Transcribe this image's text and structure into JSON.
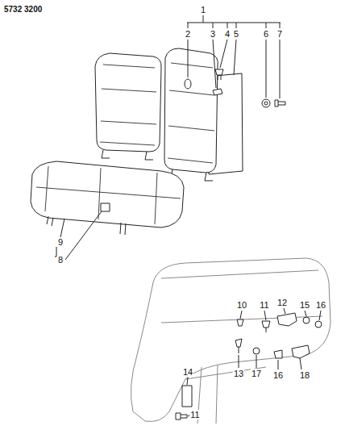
{
  "diagram": {
    "labels": [
      "5732 3200",
      "1",
      "2",
      "3",
      "4",
      "5",
      "6",
      "7",
      "9",
      "8",
      "10",
      "11",
      "12",
      "15",
      "16",
      "13",
      "17",
      "16",
      "18",
      "14",
      "11"
    ]
  }
}
